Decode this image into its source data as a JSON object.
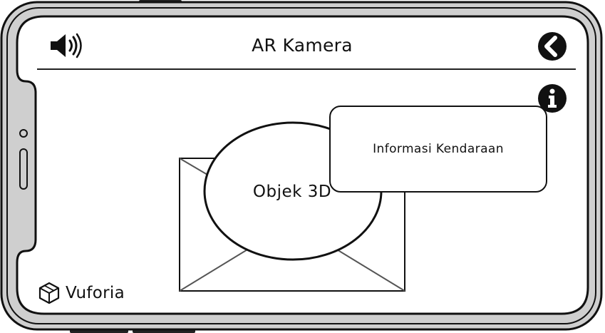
{
  "header": {
    "title": "AR Kamera",
    "sound_icon": "speaker-volume-icon",
    "back_icon": "chevron-left-circle-icon"
  },
  "info_button": {
    "icon": "info-circle-icon"
  },
  "info_popup": {
    "text": "Informasi Kendaraan"
  },
  "placeholder": {
    "label": "Objek 3D"
  },
  "branding": {
    "text": "Vuforia",
    "icon": "vuforia-cube-icon"
  },
  "colors": {
    "stroke": "#111111",
    "frame_fill": "#cfcfcf",
    "screen": "#ffffff"
  }
}
